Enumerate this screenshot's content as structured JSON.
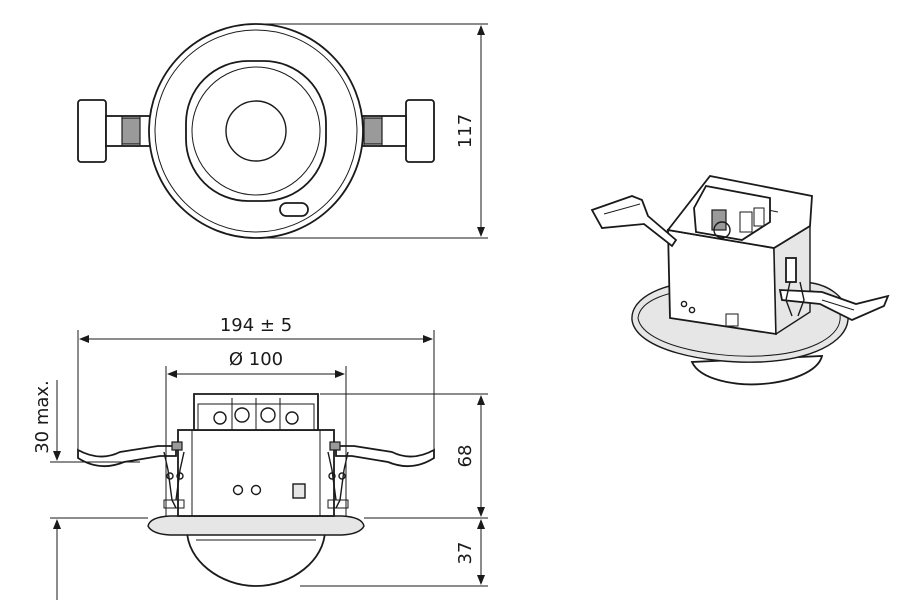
{
  "dimensions": {
    "top_height": "117",
    "overall_width": "194 ± 5",
    "body_diameter": "Ø 100",
    "clamp_height": "30 max.",
    "body_height": "68",
    "dome_height": "37"
  },
  "colors": {
    "line": "#1a1a1a",
    "background": "#ffffff",
    "shade": "#e6e6e6"
  }
}
